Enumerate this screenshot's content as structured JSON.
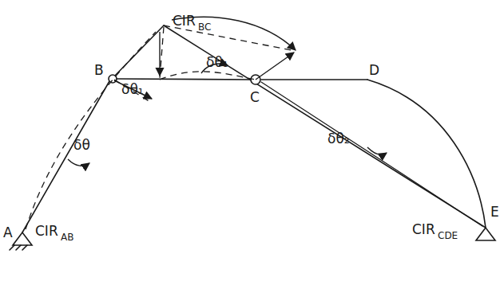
{
  "diagram": {
    "labels": [
      "CIR",
      "BC",
      "B",
      "δθ₁",
      "δθ",
      "δθ₁",
      "C",
      "D",
      "δθ₂",
      "A",
      "CIR",
      "AB",
      "CIR",
      "CDE",
      "E"
    ]
  }
}
